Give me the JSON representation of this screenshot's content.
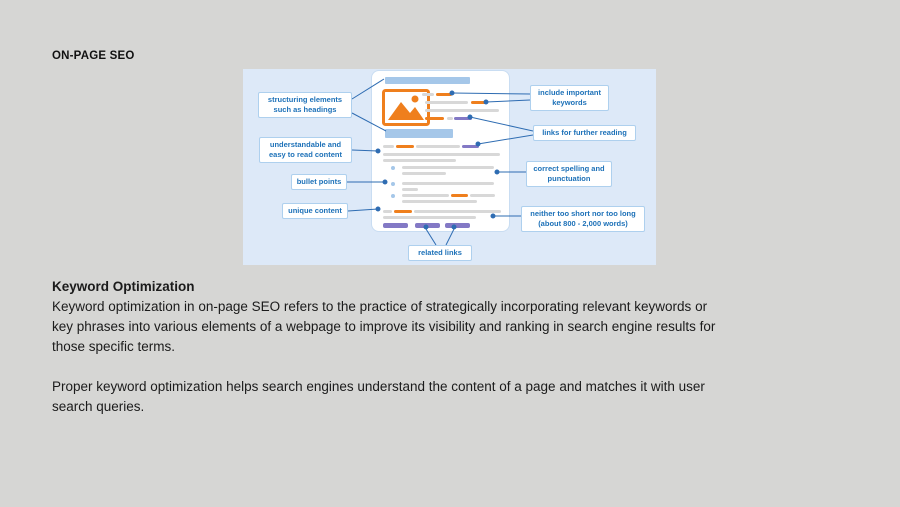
{
  "page": {
    "title": "ON-PAGE SEO"
  },
  "diagram": {
    "description": "webpage mockup with on-page SEO callouts",
    "left_labels": [
      "structuring elements such as headings",
      "understandable and easy to read content",
      "bullet points",
      "unique content"
    ],
    "right_labels": [
      "include important keywords",
      "links for further reading",
      "correct spelling and punctuation",
      "neither too short nor too long (about 800 - 2,000 words)"
    ],
    "bottom_label": "related links"
  },
  "body": {
    "heading": "Keyword Optimization",
    "paragraph1_lines": [
      "Keyword optimization in on-page SEO refers to the practice of strategically incorporating relevant keywords or",
      "key phrases into various elements of a webpage to improve its visibility and ranking in search engine results for",
      "those specific terms."
    ],
    "paragraph2_lines": [
      "Proper keyword optimization helps search engines understand the content of a page and matches it with user",
      "search queries."
    ]
  },
  "colors": {
    "slide_background": "#d6d6d4",
    "diagram_background": "#dde9f8",
    "accent_orange": "#ef7f1d",
    "accent_purple": "#8379c5",
    "heading_bar_blue": "#a5c7e9",
    "placeholder_gray": "#d8d8d8",
    "label_text_blue": "#1d71b8",
    "connector_blue": "#2e6cb2"
  }
}
